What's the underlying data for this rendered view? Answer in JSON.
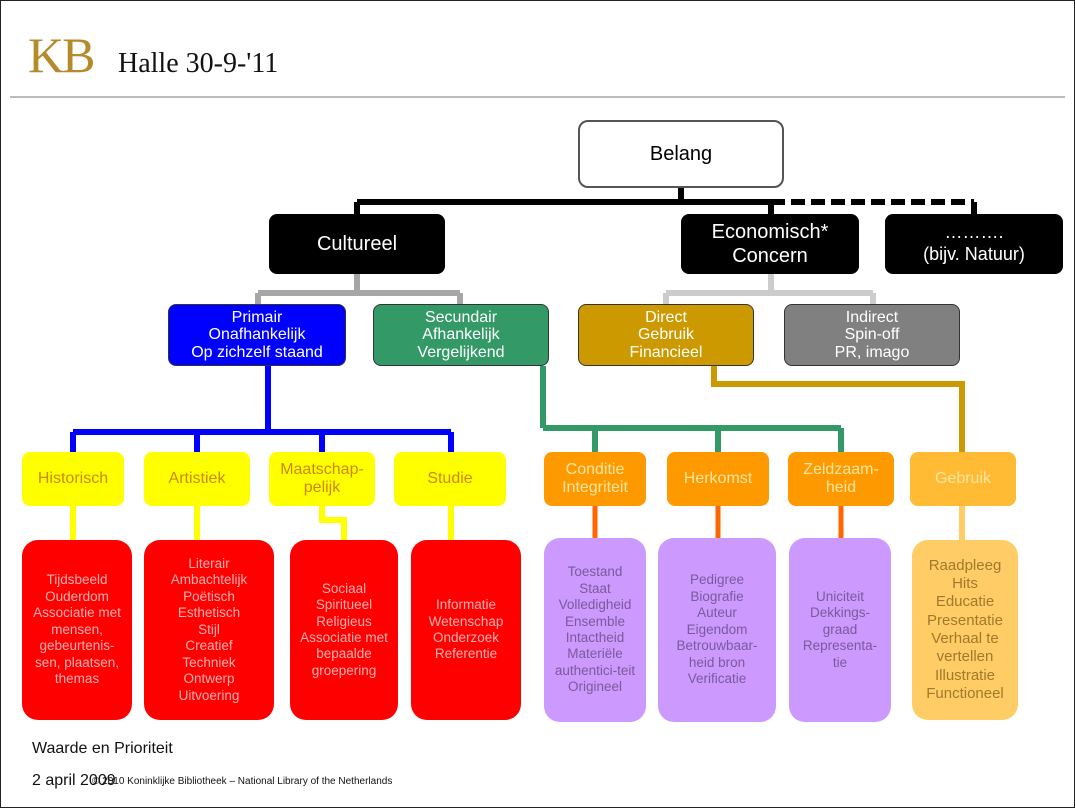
{
  "header": {
    "logo": "KB",
    "title": "Halle 30-9-'11"
  },
  "diagram": {
    "root": "Belang",
    "level1": {
      "cultureel": "Cultureel",
      "economisch": "Economisch*\nConcern",
      "other": "……….\n(bijv. Natuur)"
    },
    "level2": {
      "primair": "Primair\nOnafhankelijk\nOp zichzelf staand",
      "secundair": "Secundair\nAfhankelijk\nVergelijkend",
      "direct": "Direct\nGebruik\nFinancieel",
      "indirect": "Indirect\nSpin-off\nPR, imago"
    },
    "categories": {
      "historisch": "Historisch",
      "artistiek": "Artistiek",
      "maatschappelijk": "Maatschap-\npelijk",
      "studie": "Studie",
      "conditie": "Conditie\nIntegriteit",
      "herkomst": "Herkomst",
      "zeldzaamheid": "Zeldzaam-\nheid",
      "gebruik": "Gebruik"
    },
    "details": {
      "historisch": "Tijdsbeeld\nOuderdom\nAssociatie met\nmensen,\ngebeurtenis-\nsen, plaatsen,\nthemas",
      "artistiek": "Literair\nAmbachtelijk\nPoëtisch\nEsthetisch\nStijl\nCreatief\nTechniek\nOntwerp\nUitvoering",
      "maatschappelijk": "Sociaal\nSpiritueel\nReligieus\nAssociatie met\nbepaalde\ngroepering",
      "studie": "Informatie\nWetenschap\nOnderzoek\nReferentie",
      "conditie": "Toestand\nStaat\nVolledigheid\nEnsemble\nIntactheid\nMateriële\nauthentici-teit\nOrigineel",
      "herkomst": "Pedigree\nBiografie\nAuteur\nEigendom\nBetrouwbaar-\nheid bron\nVerificatie",
      "zeldzaamheid": "Uniciteit\nDekkings-\ngraad\nRepresenta-\ntie",
      "gebruik": "Raadpleeg\nHits\nEducatie\nPresentatie\nVerhaal te\nvertellen\nIllustratie\nFunctioneel"
    }
  },
  "colors": {
    "black": "#000000",
    "gray_line": "#a6a6a6",
    "blue": "#0000ff",
    "green": "#339966",
    "gold": "#cc9900",
    "gray_box": "#808080",
    "yellow": "#ffff00",
    "orange": "#ff9900",
    "red": "#ff0000",
    "lavender": "#cc99ff",
    "light_orange": "#ffcc66"
  },
  "footer": {
    "note": "Waarde en Prioriteit",
    "date": "2 april 2009",
    "copyright": "© 2010 Koninklijke Bibliotheek – National Library of the Netherlands"
  }
}
